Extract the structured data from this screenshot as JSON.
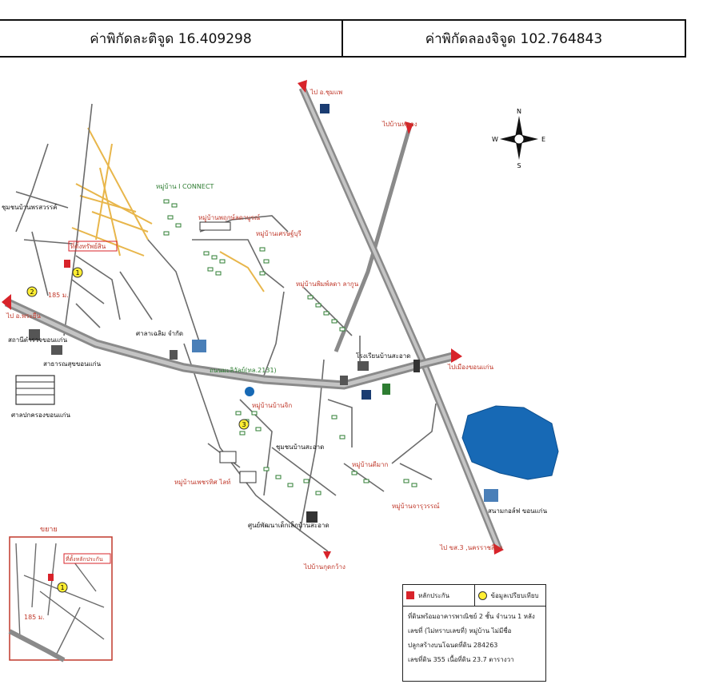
{
  "header": {
    "latitude_label": "ค่าพิกัดละติจูด 16.409298",
    "longitude_label": "ค่าพิกัดลองจิจูด 102.764843"
  },
  "compass": {
    "n": "N",
    "s": "S",
    "e": "E",
    "w": "W"
  },
  "labels": {
    "to_north": "ไป อ.ชุมแพ",
    "to_ban_north": "ไปบ้านหนอง",
    "to_east": "ไปเมืองขอนแก่น",
    "to_west": "ไป อ.พระยืน",
    "to_south_east": "ไป ขส.3 ,นครราชสีมา",
    "to_ban_south": "ไปบ้านกุดกว้าง",
    "connect": "หมู่บ้าน I CONNECT",
    "community_left": "ชุมชนบ้านพรสวรรค์",
    "village_1": "หมู่บ้านพฤกษ์ลดาบูรณ์",
    "village_2": "หมู่บ้านเศรษฐ์บุรี",
    "village_3": "หมู่บ้านพิมพ์ลดา ลากูน",
    "village_4": "หมู่บ้านบ้านจิก",
    "village_5": "หมู่บ้านเพชรทิศ ไลท์",
    "village_6": "หมู่บ้านดีมาก",
    "village_7": "หมู่บ้านจารุวรรณ์",
    "community_center": "ชุมชนบ้านสะอาด",
    "school": "โรงเรียนบ้านสะอาด",
    "highway": "ถนนมะลิวัลย์(ทล.2131)",
    "arch": "ศาลาเฉลิม จำกัด",
    "site_label": "ที่ตั้งทรัพย์สิน",
    "site_label_inset": "ที่ตั้งหลักประกัน",
    "distance": "185 ม.",
    "lake": "สนามกอล์ฟ ขอนแก่น",
    "hospital_1": "สถานีตำรวจขอนแก่น",
    "hospital_2": "สาธารณสุขขอนแก่น",
    "building_left": "ศาลปกครองขอนแก่น",
    "center_south": "ศูนย์พัฒนาเด็กเล็กบ้านสะอาด",
    "inset_title": "ขยาย"
  },
  "legend": {
    "collateral_label": "หลักประกัน",
    "info_label": "ข้อมูลเปรียบเทียบ",
    "line1": "ที่ดินพร้อมอาคารพาณิชย์ 2 ชั้น จำนวน 1 หลัง",
    "line2": "เลขที่ (ไม่ทราบเลขที่) หมู่บ้าน ไม่มีชื่อ",
    "line3": "ปลูกสร้างบนโฉนดที่ดิน 284263",
    "line4": "เลขที่ดิน 355 เนื้อที่ดิน 23.7 ตารางวา"
  },
  "markers": {
    "marker_1": "1",
    "marker_2": "2",
    "marker_3": "3"
  },
  "colors": {
    "road": "#9a9a9a",
    "minor_road": "#6b6b6b",
    "yellow_road": "#e8b64b",
    "lake": "#1769b5",
    "arrow": "#d8232a",
    "label_red": "#c0392b",
    "label_green": "#2e7d32"
  }
}
